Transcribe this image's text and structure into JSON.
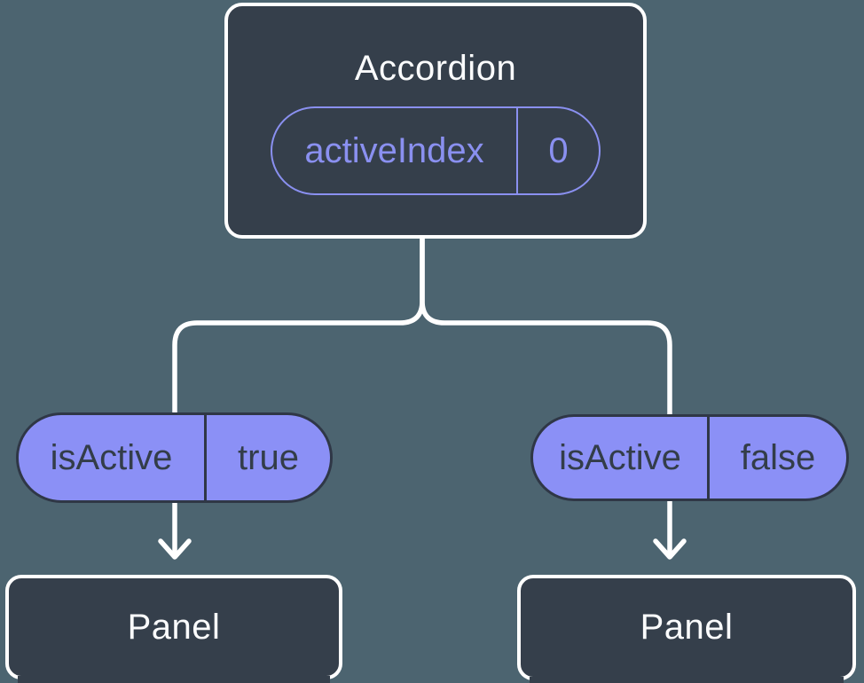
{
  "colors": {
    "background": "#4C6470",
    "node_fill": "#353F4B",
    "node_border": "#FFFFFF",
    "accent_purple": "#8A90F0",
    "state_pill_fill": "#8B90F6",
    "state_pill_border": "#2F3746",
    "state_pill_text": "#333D49",
    "connector": "#FFFFFF",
    "title_text": "#FAFBFC"
  },
  "diagram": {
    "root": {
      "title": "Accordion",
      "prop": {
        "name": "activeIndex",
        "value": "0"
      }
    },
    "children": [
      {
        "prop": {
          "name": "isActive",
          "value": "true"
        },
        "node": {
          "title": "Panel"
        }
      },
      {
        "prop": {
          "name": "isActive",
          "value": "false"
        },
        "node": {
          "title": "Panel"
        }
      }
    ]
  }
}
